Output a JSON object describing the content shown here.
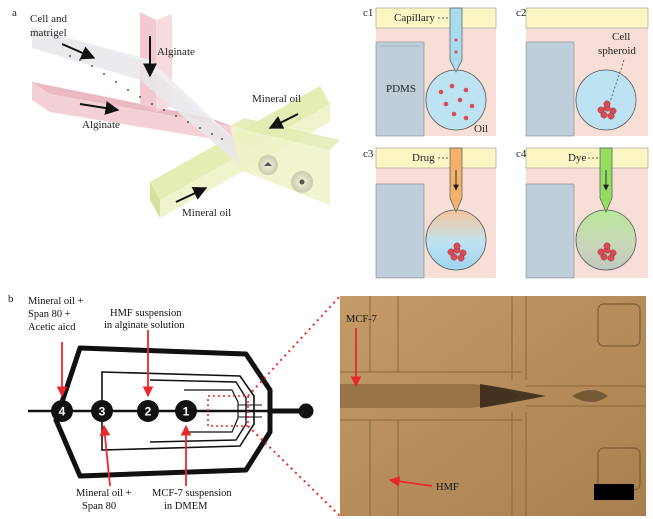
{
  "panel_a": {
    "letter": "a",
    "labels": {
      "cell_matrigel_1": "Cell and",
      "cell_matrigel_2": "matrigel",
      "alginate_top": "Alginate",
      "alginate_left": "Alginate",
      "mineral_oil_right": "Mineral oil",
      "mineral_oil_bottom": "Mineral oil"
    }
  },
  "panel_c": {
    "c1": {
      "letter": "c1",
      "capillary": "Capillary",
      "pdms": "PDMS",
      "oil": "Oil"
    },
    "c2": {
      "letter": "c2",
      "cell_1": "Cell",
      "cell_2": "spheroid"
    },
    "c3": {
      "letter": "c3",
      "drug": "Drug"
    },
    "c4": {
      "letter": "c4",
      "dye": "Dye"
    }
  },
  "panel_b": {
    "letter": "b",
    "labels": {
      "mineral_acetic_1": "Mineral oil +",
      "mineral_acetic_2": "Span 80 +",
      "mineral_acetic_3": "Acetic aicd",
      "hmf_susp_1": "HMF suspension",
      "hmf_susp_2": "in alginate solution",
      "mineral_span_1": "Mineral oil +",
      "mineral_span_2": "Span 80",
      "mcf_susp_1": "MCF-7 suspension",
      "mcf_susp_2": "in DMEM",
      "mcf7": "MCF-7",
      "hmf": "HMF"
    },
    "inlets": [
      "4",
      "3",
      "2",
      "1"
    ]
  },
  "colors": {
    "arrow_red": "#e8292b",
    "water_blue": "#bde3f3",
    "oil_pink": "#f7ded6",
    "pdms_grey": "#bfcedb",
    "capillary_blue": "#a9dcef",
    "drug_orange": "#f3b26b",
    "dye_green": "#93dd63",
    "spheroid_red": "#d94b55",
    "micro_bg": "#b68a55"
  }
}
